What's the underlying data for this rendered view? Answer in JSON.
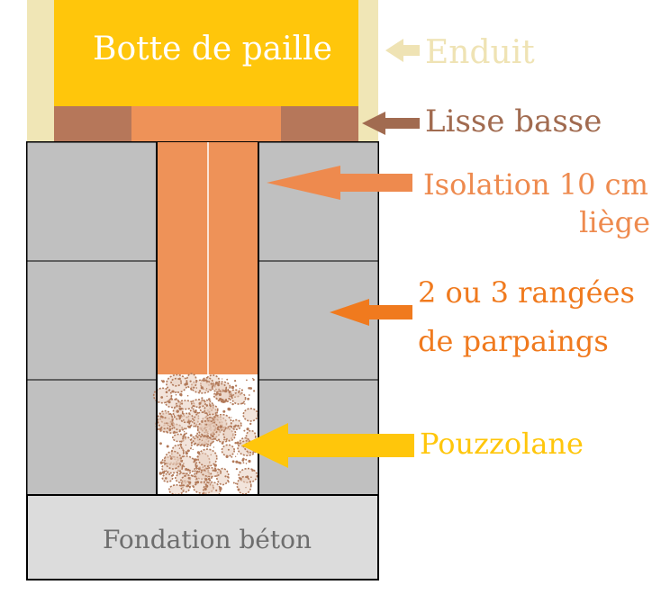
{
  "labels": {
    "straw_bale": "Botte de paille",
    "plaster": "Enduit",
    "sole_plate": "Lisse basse",
    "insulation_line1": "Isolation 10 cm",
    "insulation_line2": "liège",
    "blocks_line1": "2 ou 3 rangées",
    "blocks_line2": "de parpaings",
    "pozzolana": "Pouzzolane",
    "foundation": "Fondation béton"
  },
  "colors": {
    "straw_bale": "#FFC60B",
    "plaster": "#F0E6B6",
    "sole_plate": "#B6775A",
    "cork": "#EE9258",
    "block": "#C0C0C0",
    "foundation": "#DCDCDC",
    "pozzolana": "#B27A5A",
    "label_plaster": "#EFE3B4",
    "label_sole_plate": "#A16B50",
    "label_cork": "#EE8A4E",
    "label_blocks": "#F07A1E",
    "label_pozzolana": "#FFC60B",
    "label_foundation": "#6E6E6E"
  }
}
